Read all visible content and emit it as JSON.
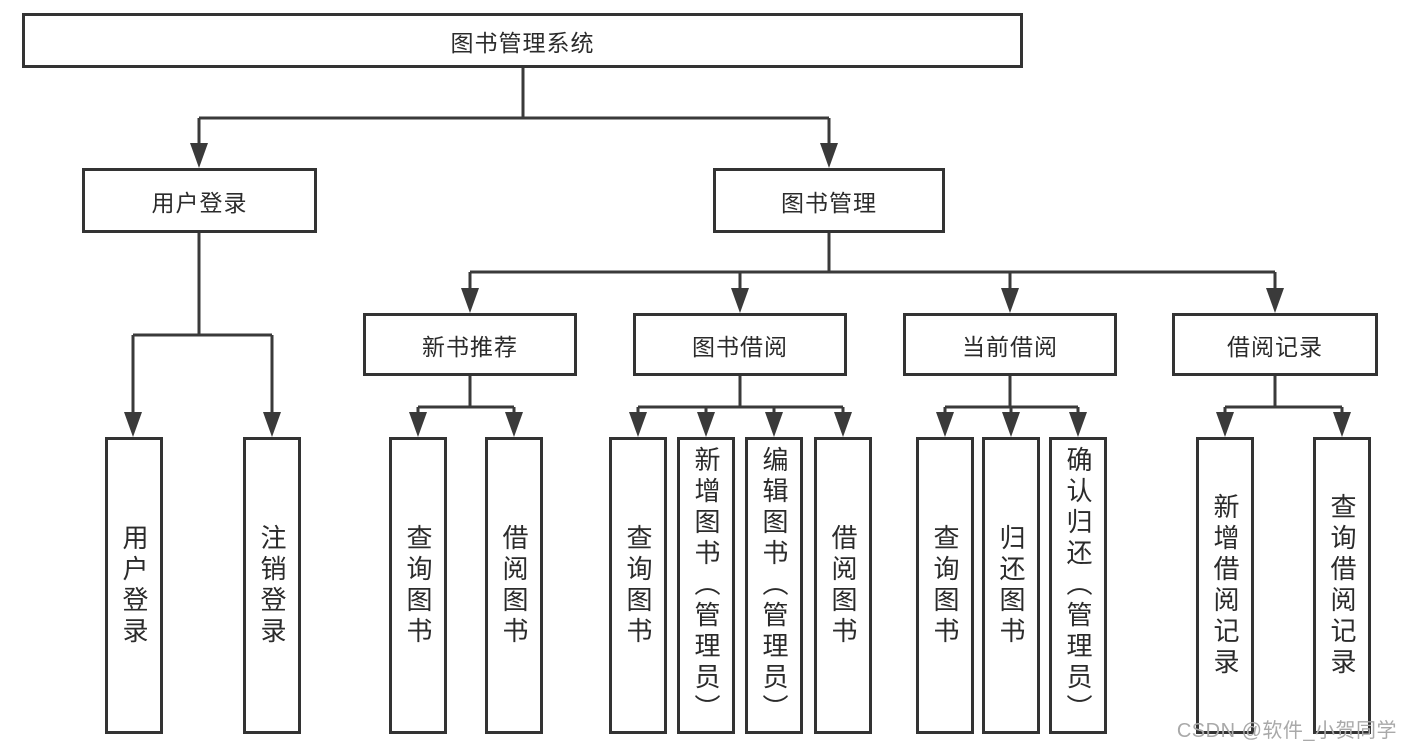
{
  "watermark": "CSDN @软件_小贺同学",
  "colors": {
    "line": "#3a3a3a",
    "border": "#333333",
    "text": "#2b2b2b",
    "watermark": "#a9a9a9",
    "background": "#ffffff"
  },
  "tree": {
    "root": "图书管理系统",
    "children": [
      {
        "label": "用户登录",
        "children": [
          "用户登录",
          "注销登录"
        ]
      },
      {
        "label": "图书管理",
        "children": [
          {
            "label": "新书推荐",
            "children": [
              "查询图书",
              "借阅图书"
            ]
          },
          {
            "label": "图书借阅",
            "children": [
              "查询图书",
              "新增图书（管理员）",
              "编辑图书（管理员）",
              "借阅图书"
            ]
          },
          {
            "label": "当前借阅",
            "children": [
              "查询图书",
              "归还图书",
              "确认归还（管理员）"
            ]
          },
          {
            "label": "借阅记录",
            "children": [
              "新增借阅记录",
              "查询借阅记录"
            ]
          }
        ]
      }
    ]
  }
}
